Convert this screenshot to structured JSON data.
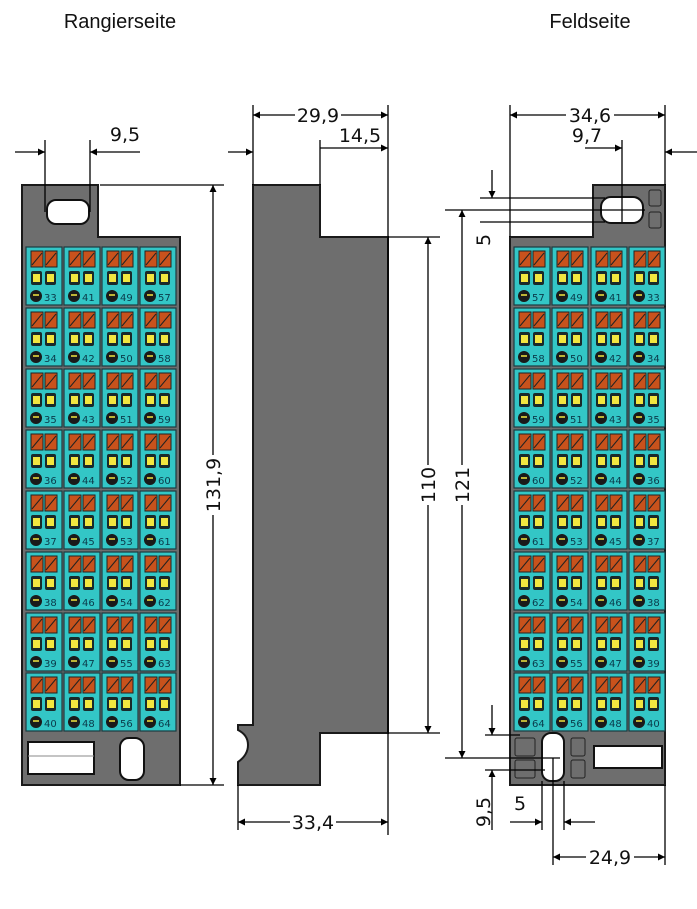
{
  "titles": {
    "left": "Rangierseite",
    "right": "Feldseite"
  },
  "dimensions": {
    "left_hole_offset": "9,5",
    "left_height": "131,9",
    "side_depth_top": "29,9",
    "side_step_top": "14,5",
    "side_depth_bottom": "33,4",
    "side_height_110": "110",
    "height_121": "121",
    "top_offset_5": "5",
    "right_width": "34,6",
    "right_hole_offset": "9,7",
    "bottom_offset_9_5": "9,5",
    "bottom_hole_width": "5",
    "bottom_width": "24,9"
  },
  "left_terminals": {
    "columns": [
      [
        "33",
        "34",
        "35",
        "36",
        "37",
        "38",
        "39",
        "40"
      ],
      [
        "41",
        "42",
        "43",
        "44",
        "45",
        "46",
        "47",
        "48"
      ],
      [
        "49",
        "50",
        "51",
        "52",
        "53",
        "54",
        "55",
        "56"
      ],
      [
        "57",
        "58",
        "59",
        "60",
        "61",
        "62",
        "63",
        "64"
      ]
    ]
  },
  "right_terminals": {
    "columns": [
      [
        "57",
        "58",
        "59",
        "60",
        "61",
        "62",
        "63",
        "64"
      ],
      [
        "49",
        "50",
        "51",
        "52",
        "53",
        "54",
        "55",
        "56"
      ],
      [
        "41",
        "42",
        "43",
        "44",
        "45",
        "46",
        "47",
        "48"
      ],
      [
        "33",
        "34",
        "35",
        "36",
        "37",
        "38",
        "39",
        "40"
      ]
    ]
  },
  "colors": {
    "terminal": "#33c6c6",
    "clamp": "#c8521c",
    "led": "#f2e640",
    "housing": "#6e6e6e"
  }
}
